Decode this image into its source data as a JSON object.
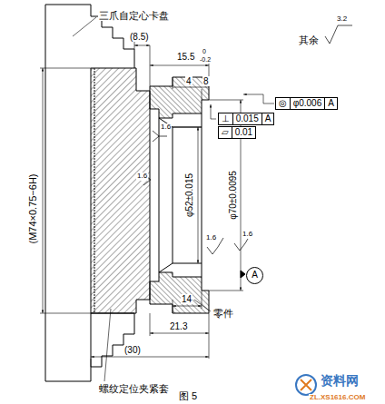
{
  "diagram": {
    "caption": "图 5",
    "nodes": [
      {
        "text": [
          "⊥",
          "0.015",
          "A"
        ]
      },
      {
        "text": [
          "▱",
          "0.01"
        ]
      },
      {
        "text": [
          "◎",
          "φ0.006",
          "A"
        ]
      },
      {
        "text": [
          "A"
        ]
      }
    ],
    "labels": [
      "三爪自定心卡盘",
      "(8.5)",
      "15.5",
      "0",
      "-0.2",
      "其余",
      "3.2",
      "4",
      "8",
      "(M74×0.75−6H)",
      "φ52±0.015",
      "φ70±0.0095",
      "1.6",
      "1.6",
      "1.6",
      "1.6",
      "零件",
      "14",
      "21.3",
      "(30)",
      "螺纹定位夹紧套",
      "资料网",
      "ZL.XS1616.COM"
    ]
  }
}
